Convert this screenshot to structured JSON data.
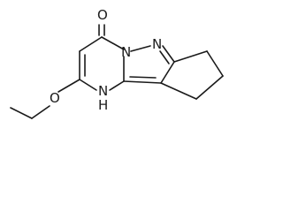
{
  "molecule": {
    "atom_labels": {
      "carbonyl_oxygen": "O",
      "ring_nitrogen_top": "N",
      "pyrazole_nitrogen": "N",
      "ring_nitrogen_h": "N",
      "ring_nitrogen_h_hydrogen": "H",
      "ether_oxygen": "O"
    }
  }
}
